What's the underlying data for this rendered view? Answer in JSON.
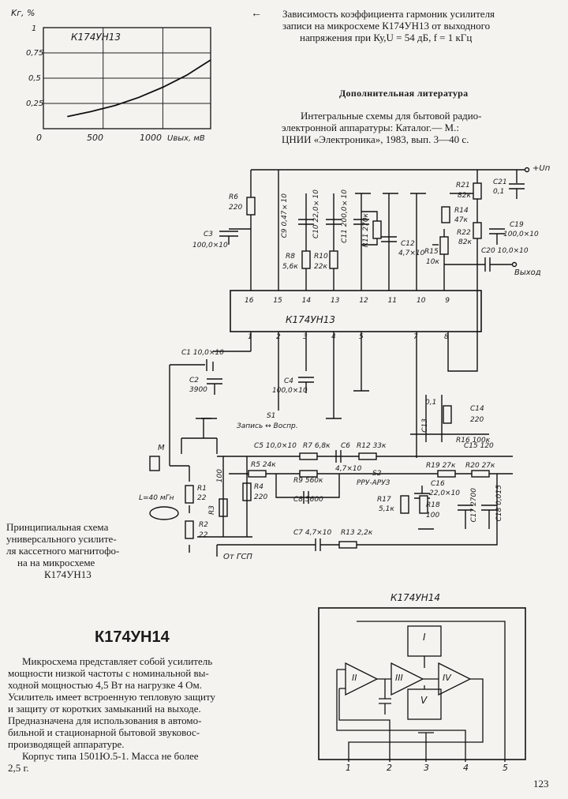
{
  "graph": {
    "y_label": "Kг, %",
    "y_ticks": [
      "1",
      "0,75",
      "0,5",
      "0,25"
    ],
    "x_ticks": [
      "0",
      "500",
      "1000"
    ],
    "x_label": "Uвых, мВ",
    "chip": "К174УН13"
  },
  "chart_data": {
    "type": "line",
    "title": "",
    "xlabel": "Uвых, мВ",
    "ylabel": "Kг, %",
    "xlim": [
      0,
      1400
    ],
    "ylim": [
      0,
      1
    ],
    "grid": true,
    "series": [
      {
        "name": "К174УН13",
        "x": [
          200,
          400,
          600,
          800,
          1000,
          1200,
          1400
        ],
        "y": [
          0.12,
          0.17,
          0.23,
          0.31,
          0.41,
          0.53,
          0.68
        ]
      }
    ]
  },
  "graph_caption": {
    "arrow": "←",
    "line1": "Зависимость коэффициента гармоник усилителя",
    "line2": "записи на микросхеме К174УН13 от выходного",
    "line3": "напряжения при Ку,U = 54 дБ, f = 1 кГц"
  },
  "literature": {
    "heading": "Дополнительная литература",
    "line1": "Интегральные схемы для бытовой радио-",
    "line2": "электронной аппаратуры: Каталог.— М.:",
    "line3": "ЦНИИ «Электроника», 1983, вып. 3—40 с."
  },
  "schematic": {
    "chip": "К174УН13",
    "pins_top": [
      "16",
      "15",
      "14",
      "13",
      "12",
      "11",
      "10",
      "9"
    ],
    "pins_bottom": [
      "1",
      "2",
      "3",
      "4",
      "5",
      "7",
      "8"
    ],
    "labels": {
      "R6": "R6",
      "R6v": "220",
      "C3": "C3",
      "C3v": "100,0×10",
      "C9": "C9 0,47×10",
      "C10": "C10 22,0×10",
      "C11": "C11 200,0×10",
      "R11": "R11 270к",
      "C12": "C12",
      "C12v": "4,7×10",
      "R8": "R8",
      "R8v": "5,6к",
      "R10": "R10",
      "R10v": "22к",
      "R15": "R15",
      "R15v": "10к",
      "R21": "R21",
      "R21v": "82к",
      "R14": "R14",
      "R14v": "47к",
      "R22": "R22",
      "R22v": "82к",
      "C21": "C21",
      "C21v": "0,1",
      "C19": "C19",
      "C19v": "100,0×10",
      "C20": "C20 10,0×10",
      "Up": "+Uп",
      "out": "Выход",
      "C1": "C1 10,0×10",
      "C2": "C2",
      "C2v": "3900",
      "C4": "C4",
      "C4v": "100,0×10",
      "C13": "C13",
      "C13v": "0,1",
      "C14": "C14",
      "C14v": "220",
      "R16": "R16 100к",
      "S1": "S1",
      "S1v": "Запись ↔ Воспр.",
      "C5": "C5 10,0×10",
      "R7": "R7 6,8к",
      "C6": "C6",
      "R12": "R12 33к",
      "C15": "C15 120",
      "R5": "R5 24к",
      "C6v": "4,7×10",
      "S2": "S2",
      "S2v": "РРУ-АРУЗ",
      "R19": "R19 27к",
      "R20": "R20 27к",
      "R3": "R3",
      "R3v": "100",
      "R4": "R4",
      "R4v": "220",
      "R9": "R9 560к",
      "C8": "C8 5600",
      "C16": "C16",
      "C16v": "22,0×10",
      "R17": "R17",
      "R17v": "5,1к",
      "R18": "R18",
      "R18v": "100",
      "C17": "C17 2700",
      "C18": "C18 0,015",
      "M": "M",
      "R1": "R1",
      "R1v": "22",
      "L": "L=40 мГн",
      "R2": "R2",
      "R2v": "22",
      "C7": "C7 4,7×10",
      "R13": "R13 2,2к",
      "gsp": "От ГСП"
    }
  },
  "schematic_caption": {
    "line1": "Принципиальная схема",
    "line2": "универсального усилите-",
    "line3": "ля кассетного магнитофо-",
    "line4": "на на микросхеме",
    "line5": "К174УН13"
  },
  "block_diagram": {
    "title": "К174УН14",
    "blocks": [
      "I",
      "II",
      "III",
      "IV",
      "V"
    ],
    "pins": [
      "1",
      "2",
      "3",
      "4",
      "5"
    ]
  },
  "section": {
    "title": "К174УН14",
    "p1_l1": "Микросхема представляет собой усилитель",
    "p1_l2": "мощности низкой частоты с номинальной вы-",
    "p1_l3": "ходной мощностью 4,5 Вт на нагрузке 4 Ом.",
    "p1_l4": "Усилитель имеет встроенную тепловую защиту",
    "p1_l5": "и защиту от коротких замыканий на выходе.",
    "p1_l6": "Предназначена для использования в автомо-",
    "p1_l7": "бильной и стационарной бытовой звуковос-",
    "p1_l8": "производящей аппаратуре.",
    "p2_l1": "Корпус типа 1501Ю.5-1. Масса не более",
    "p2_l2": "2,5 г."
  },
  "page_number": "123"
}
